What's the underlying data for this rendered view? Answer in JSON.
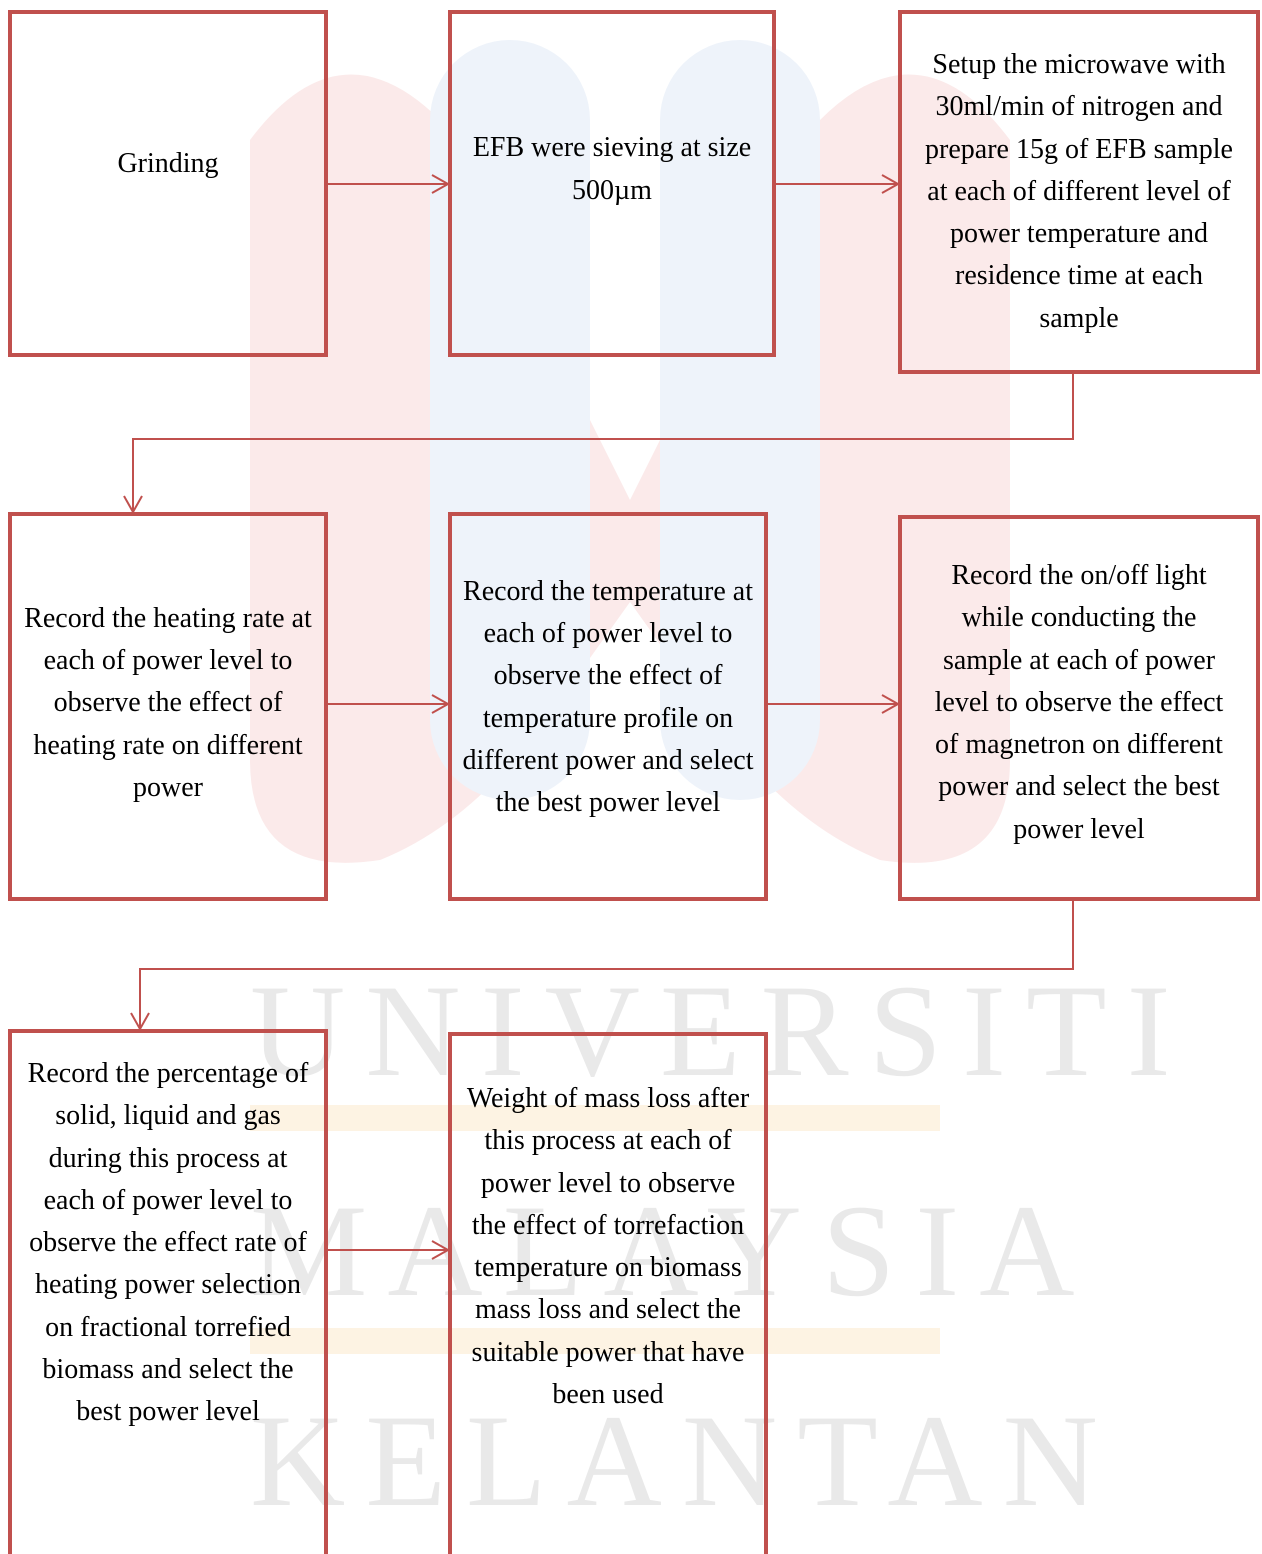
{
  "watermark": {
    "lines": [
      "UNIVERSITI",
      "MALAYSIA",
      "KELANTAN"
    ]
  },
  "steps": [
    {
      "id": "grinding",
      "text": "Grinding"
    },
    {
      "id": "sieving",
      "text": "EFB were sieving at size 500µm"
    },
    {
      "id": "setup",
      "text": "Setup the microwave with 30ml/min of nitrogen and prepare 15g of EFB sample at each of different level of power temperature and residence time at each sample"
    },
    {
      "id": "heating-rate",
      "text": "Record the heating rate at each of power level to observe the effect of heating rate on different power"
    },
    {
      "id": "temperature",
      "text": "Record the temperature at each of power level to observe the effect of temperature profile on different power and select the best power level"
    },
    {
      "id": "on-off-light",
      "text": "Record the on/off light while conducting the sample at each of power level to observe the effect of magnetron on different power and select the best power level"
    },
    {
      "id": "percentage",
      "text": "Record the percentage of solid, liquid and gas during this process at each of power level to observe the effect rate of heating power selection on fractional torrefied biomass and select the best power level"
    },
    {
      "id": "mass-loss",
      "text": "Weight of mass loss after this process at each of power level to observe the effect of torrefaction temperature on biomass mass loss and select the suitable power that have been used"
    }
  ],
  "colors": {
    "border": "#c0504d",
    "watermark_text": "#e9e9e9"
  }
}
